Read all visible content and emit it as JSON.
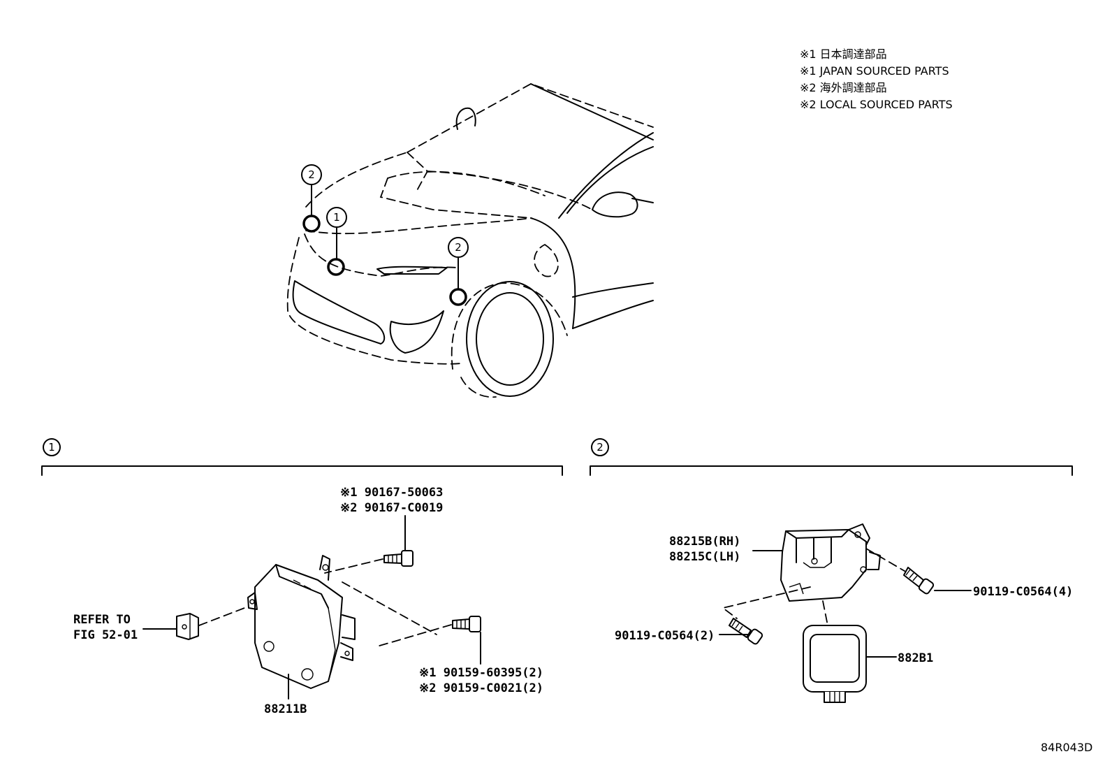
{
  "legend": [
    "※1 日本調達部品",
    "※1 JAPAN SOURCED PARTS",
    "※2 海外調達部品",
    "※2 LOCAL SOURCED PARTS"
  ],
  "callouts": {
    "one": "1",
    "two": "2"
  },
  "section1": {
    "marker": "1",
    "bolt_top_line1": "※1 90167-50063",
    "bolt_top_line2": "※2 90167-C0019",
    "bolt_right_line1": "※1 90159-60395(2)",
    "bolt_right_line2": "※2 90159-C0021(2)",
    "refer_line1": "REFER TO",
    "refer_line2": "FIG 52-01",
    "part_main": "88211B"
  },
  "section2": {
    "marker": "2",
    "bracket_rh": "88215B(RH)",
    "bracket_lh": "88215C(LH)",
    "screw_right": "90119-C0564(4)",
    "screw_left": "90119-C0564(2)",
    "sensor": "882B1"
  },
  "figure_code": "84R043D"
}
